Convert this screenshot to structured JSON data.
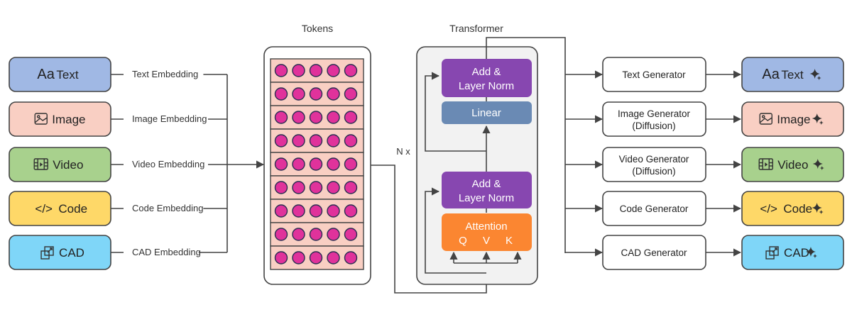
{
  "titles": {
    "tokens": "Tokens",
    "transformer": "Transformer",
    "repeat": "N x"
  },
  "colors": {
    "text": "#a0b8e4",
    "image": "#f9cfc3",
    "video": "#a8d18d",
    "code": "#fed868",
    "cad": "#7fd6f8",
    "token_row": "#f9cfc3",
    "token_dot": "#e0329b",
    "add_norm": "#8747b0",
    "linear": "#6a8ab4",
    "attention": "#fb8631",
    "transformer_bg": "#f2f2f2"
  },
  "inputs": [
    {
      "key": "text",
      "icon": "text-aa-icon",
      "icon_text": "Aa",
      "label": "Text",
      "embedding": "Text Embedding"
    },
    {
      "key": "image",
      "icon": "image-icon",
      "icon_text": "",
      "label": "Image",
      "embedding": "Image Embedding"
    },
    {
      "key": "video",
      "icon": "film-icon",
      "icon_text": "",
      "label": "Video",
      "embedding": "Video Embedding"
    },
    {
      "key": "code",
      "icon": "code-icon",
      "icon_text": "</>",
      "label": "Code",
      "embedding": "Code Embedding"
    },
    {
      "key": "cad",
      "icon": "cad-icon",
      "icon_text": "",
      "label": "CAD",
      "embedding": "CAD Embedding"
    }
  ],
  "tokens": {
    "rows": 9,
    "per_row": 5
  },
  "transformer": {
    "add_norm_top": [
      "Add &",
      "Layer Norm"
    ],
    "linear": "Linear",
    "add_norm_bottom": [
      "Add &",
      "Layer Norm"
    ],
    "attention": "Attention",
    "qvk": [
      "Q",
      "V",
      "K"
    ]
  },
  "generators": [
    {
      "lines": [
        "Text Generator"
      ]
    },
    {
      "lines": [
        "Image Generator",
        "(Diffusion)"
      ]
    },
    {
      "lines": [
        "Video Generator",
        "(Diffusion)"
      ]
    },
    {
      "lines": [
        "Code Generator"
      ]
    },
    {
      "lines": [
        "CAD Generator"
      ]
    }
  ],
  "outputs": [
    {
      "key": "text",
      "icon": "text-aa-icon",
      "icon_text": "Aa",
      "label": "Text"
    },
    {
      "key": "image",
      "icon": "image-icon",
      "icon_text": "",
      "label": "Image"
    },
    {
      "key": "video",
      "icon": "film-icon",
      "icon_text": "",
      "label": "Video"
    },
    {
      "key": "code",
      "icon": "code-icon",
      "icon_text": "</>",
      "label": "Code"
    },
    {
      "key": "cad",
      "icon": "cad-icon",
      "icon_text": "",
      "label": "CAD"
    }
  ]
}
